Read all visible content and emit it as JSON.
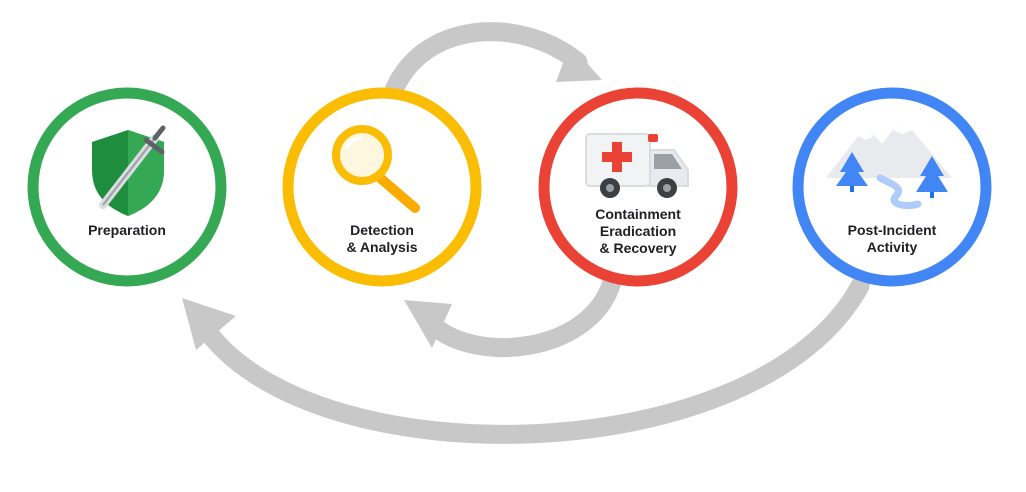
{
  "stages": [
    {
      "id": "preparation",
      "lines": [
        "Preparation"
      ],
      "color": "#34a853",
      "icon": "shield-sword-icon"
    },
    {
      "id": "detection",
      "lines": [
        "Detection",
        "& Analysis"
      ],
      "color": "#fbbc04",
      "icon": "magnifier-icon"
    },
    {
      "id": "containment",
      "lines": [
        "Containment",
        "Eradication",
        "& Recovery"
      ],
      "color": "#ea4335",
      "icon": "ambulance-icon"
    },
    {
      "id": "post-incident",
      "lines": [
        "Post-Incident",
        "Activity"
      ],
      "color": "#4285f4",
      "icon": "mountain-landscape-icon"
    }
  ],
  "arrows": [
    {
      "id": "detection-to-containment",
      "from": "detection",
      "to": "containment"
    },
    {
      "id": "containment-to-detection",
      "from": "containment",
      "to": "detection"
    },
    {
      "id": "post-incident-to-preparation",
      "from": "post-incident",
      "to": "preparation"
    }
  ],
  "colors": {
    "arrow": "#c8c8c8",
    "text": "#202124"
  }
}
